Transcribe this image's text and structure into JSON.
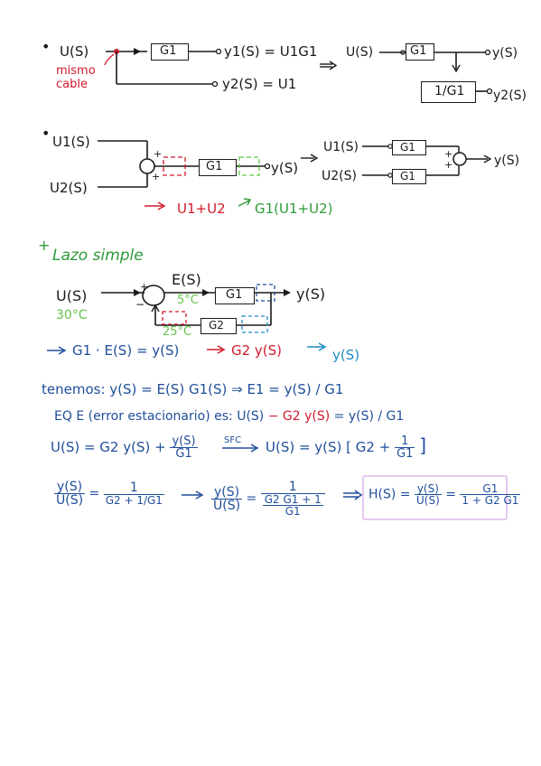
{
  "colors": {
    "ink": "#1a1a1a",
    "blue": "#1f4e9a",
    "red": "#d11b2b",
    "green": "#2e9a3a",
    "light_green": "#66c24a",
    "teal": "#1f8bc2",
    "highlight": "#e6c8f0"
  },
  "section1": {
    "bullet": "•",
    "input": "U(S)",
    "block": "G1",
    "out1": "y1(S) = U1G1",
    "out2": "y2(S) = U1",
    "note": "mismo cable",
    "rhs_input": "U(S)",
    "rhs_block": "G1",
    "rhs_out": "y(S)",
    "rhs_block2": "1/G1",
    "rhs_out2": "y2(S)"
  },
  "section2": {
    "bullet": "•",
    "in1": "U1(S)",
    "in2": "U2(S)",
    "plus": "+",
    "block": "G1",
    "out": "y(S)",
    "rhs_in1": "U1(S)",
    "rhs_in2": "U2(S)",
    "rhs_block1": "G1",
    "rhs_block2": "G1",
    "rhs_out": "y(S)",
    "red_expr": "U1+U2",
    "green_expr": "G1(U1+U2)"
  },
  "section3": {
    "title": "Lazo simple",
    "input": "U(S)",
    "temp_in": "30°C",
    "error": "E(S)",
    "temp_err": "5°C",
    "block_fwd": "G1",
    "block_fb": "G2",
    "temp_fb": "25°C",
    "out": "y(S)",
    "eq_blue": "G1 · E(S) = y(S)",
    "eq_red": "G2 y(S)",
    "eq_teal": "y(S)"
  },
  "derivation": {
    "line1": "tenemos:   y(S) = E(S) G1(S) ⇒ E1 = y(S) / G1",
    "line2a": "EQ  E (error estacionario) es: U(S)",
    "line2b": "− G2 y(S)",
    "line2c": " = y(S) / G1",
    "line3a": "U(S) = G2 y(S) +",
    "line3_frac_num": "y(S)",
    "line3_frac_den": "G1",
    "line3_sfc": "SFC",
    "line3b": "U(S) = y(S) [ G2 +",
    "line3_frac2_num": "1",
    "line3_frac2_den": "G1",
    "line3c": "]",
    "r1_num": "y(S)",
    "r1_den": "U(S)",
    "r1_eq": "=",
    "r1_rhs_num": "1",
    "r1_rhs_den": "G2 + 1/G1",
    "r2_num": "y(S)",
    "r2_den": "U(S)",
    "r2_eq": "=",
    "r2_rhs_num": "1",
    "r2_rhs_den_num": "G2 G1 + 1",
    "r2_rhs_den_den": "G1",
    "final_lhs": "H(S) =",
    "final_num": "y(S)",
    "final_den": "U(S)",
    "final_eq": "=",
    "final_rhs_num": "G1",
    "final_rhs_den": "1 + G2 G1"
  }
}
